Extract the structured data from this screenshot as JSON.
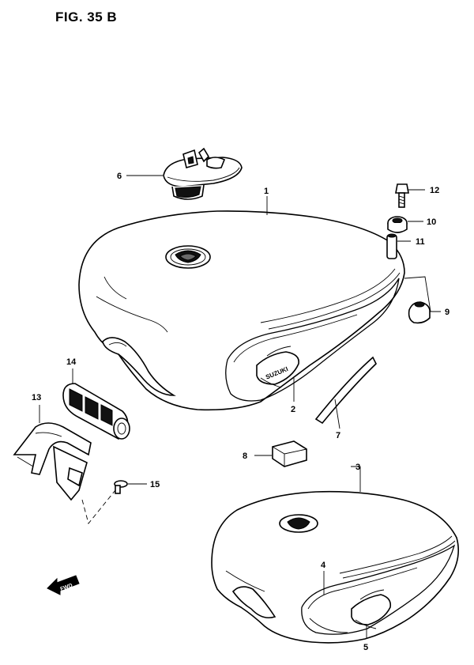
{
  "figure": {
    "title": "FIG. 35 B"
  },
  "callouts": {
    "c1": "1",
    "c2": "2",
    "c3": "3",
    "c4": "4",
    "c5": "5",
    "c6": "6",
    "c7": "7",
    "c8": "8",
    "c9": "9",
    "c10": "10",
    "c11": "11",
    "c12": "12",
    "c13": "13",
    "c14": "14",
    "c15": "15"
  },
  "emblem_text": "SUZUKI",
  "fwd_label": "FWD"
}
